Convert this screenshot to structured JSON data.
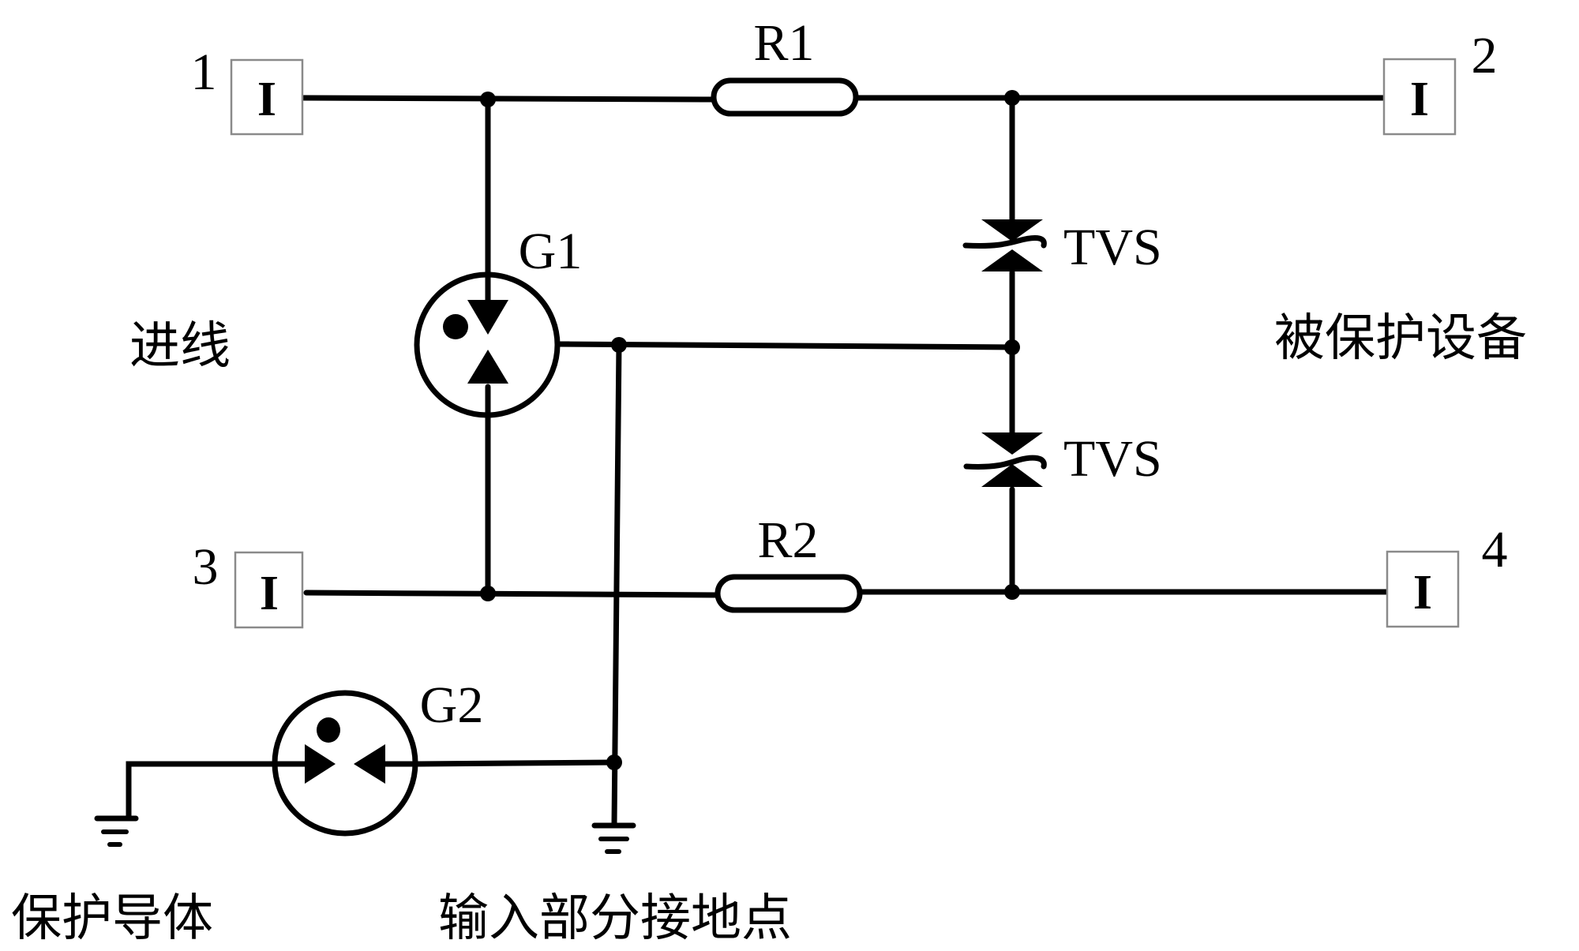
{
  "diagram": {
    "type": "circuit-schematic",
    "terminals": [
      {
        "id": "1",
        "number_label": "1",
        "symbol": "I"
      },
      {
        "id": "2",
        "number_label": "2",
        "symbol": "I"
      },
      {
        "id": "3",
        "number_label": "3",
        "symbol": "I"
      },
      {
        "id": "4",
        "number_label": "4",
        "symbol": "I"
      }
    ],
    "components": {
      "r1": {
        "label": "R1",
        "kind": "resistor"
      },
      "r2": {
        "label": "R2",
        "kind": "resistor"
      },
      "g1": {
        "label": "G1",
        "kind": "three-electrode gas discharge tube"
      },
      "g2": {
        "label": "G2",
        "kind": "two-electrode gas discharge tube"
      },
      "tvs_top": {
        "label": "TVS",
        "kind": "bidirectional TVS diode"
      },
      "tvs_bottom": {
        "label": "TVS",
        "kind": "bidirectional TVS diode"
      }
    },
    "labels": {
      "incoming_line": "进线",
      "protected_equipment": "被保护设备",
      "protective_conductor": "保护导体",
      "input_ground_point": "输入部分接地点"
    },
    "connections": [
      "T1 - R1 - T2 (top line)",
      "T3 - R2 - T4 (bottom line)",
      "G1 between top and bottom lines, center electrode to TVS midpoint",
      "TVS x2 in series between top and bottom lines",
      "TVS midpoint to input ground point",
      "G2 between input ground point and protective conductor ground"
    ],
    "colors": {
      "line": "#000000",
      "terminal_border": "#8a8a8a",
      "background": "#ffffff"
    }
  }
}
